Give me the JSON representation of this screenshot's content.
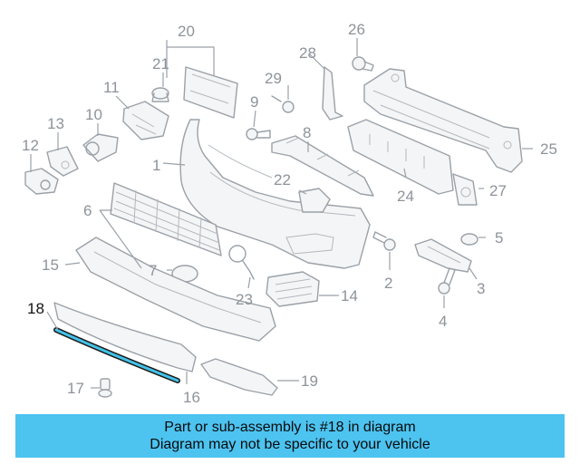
{
  "diagram": {
    "labels": [
      "1",
      "2",
      "3",
      "4",
      "5",
      "6",
      "7",
      "8",
      "9",
      "10",
      "11",
      "12",
      "13",
      "14",
      "15",
      "16",
      "17",
      "18",
      "19",
      "20",
      "21",
      "22",
      "23",
      "24",
      "25",
      "26",
      "27",
      "28",
      "29"
    ],
    "highlighted_label": "18",
    "colors": {
      "line": "#9aa1a8",
      "highlight": "#44c2e8",
      "banner": "#4dc3f0"
    }
  },
  "banner": {
    "line1": "Part or sub-assembly is #18 in diagram",
    "line2": "Diagram may not be specific to your vehicle"
  }
}
